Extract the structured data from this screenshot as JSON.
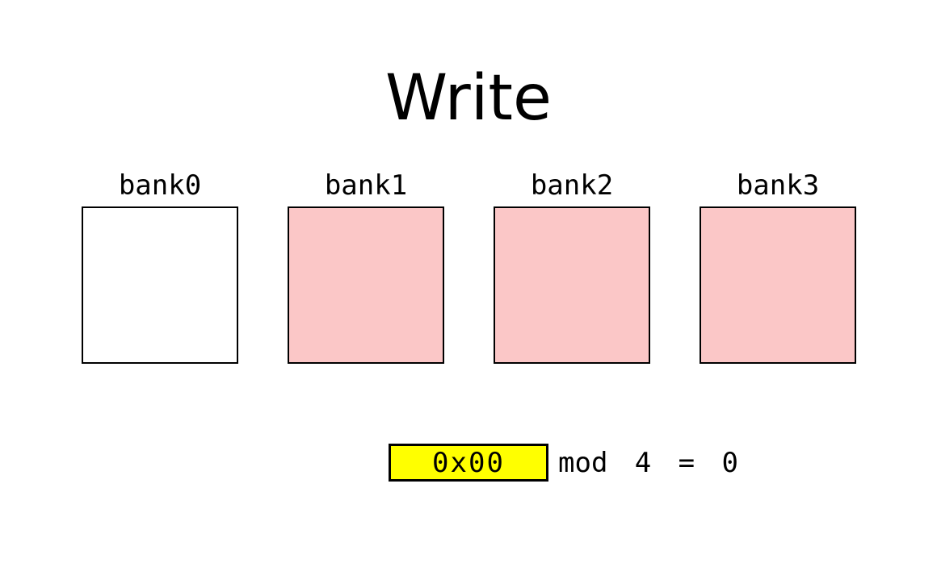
{
  "page": {
    "title": "Write"
  },
  "banks": [
    {
      "label": "bank0",
      "fill": "#ffffff",
      "highlighted": false
    },
    {
      "label": "bank1",
      "fill": "#fbc7c7",
      "highlighted": true
    },
    {
      "label": "bank2",
      "fill": "#fbc7c7",
      "highlighted": true
    },
    {
      "label": "bank3",
      "fill": "#fbc7c7",
      "highlighted": true
    }
  ],
  "address_box": {
    "value": "0x00",
    "fill": "#ffff00"
  },
  "equation": {
    "text": "mod 4 = 0"
  },
  "colors": {
    "background": "#ffffff",
    "outline": "#000000",
    "bank_highlight": "#fbc7c7",
    "address_highlight": "#ffff00",
    "text": "#000000"
  }
}
